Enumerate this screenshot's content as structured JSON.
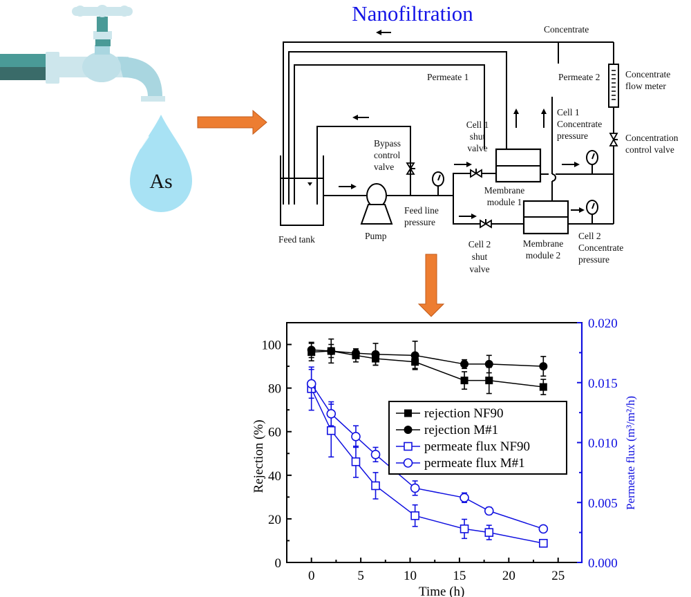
{
  "illustration": {
    "drop_label": "As",
    "arrow_right_color": "#ED7D31",
    "arrow_down_color": "#ED7D31",
    "faucet_colors": {
      "pipe_dark": "#3A6B69",
      "pipe_mid": "#4A9A97",
      "metal_light": "#CDE6EC",
      "metal_mid": "#A9D6E0",
      "drop": "#A8E2F4"
    }
  },
  "diagram": {
    "title": "Nanofiltration",
    "title_color": "#1414E6",
    "labels": {
      "concentrate": "Concentrate",
      "permeate1": "Permeate 1",
      "permeate2": "Permeate 2",
      "flow_meter_1": "Concentrate",
      "flow_meter_2": "flow meter",
      "cell1_conc_1": "Cell 1",
      "cell1_conc_2": "Concentrate",
      "cell1_conc_3": "pressure",
      "conc_valve_1": "Concentration",
      "conc_valve_2": "control valve",
      "bypass_1": "Bypass",
      "bypass_2": "control",
      "bypass_3": "valve",
      "cell1_shut_1": "Cell 1",
      "cell1_shut_2": "shut",
      "cell1_shut_3": "valve",
      "feed_tank": "Feed tank",
      "pump": "Pump",
      "feed_line_1": "Feed line",
      "feed_line_2": "pressure",
      "module1_1": "Membrane",
      "module1_2": "module 1",
      "module2_1": "Membrane",
      "module2_2": "module 2",
      "cell2_shut_1": "Cell 2",
      "cell2_shut_2": "shut",
      "cell2_shut_3": "valve",
      "cell2_conc_1": "Cell 2",
      "cell2_conc_2": "Concentrate",
      "cell2_conc_3": "pressure"
    }
  },
  "chart_data": {
    "type": "line",
    "title": "",
    "xlabel": "Time (h)",
    "ylabel": "Rejection (%)",
    "y2label": "Permeate flux (m³/m²/h)",
    "xlim": [
      -2.5,
      27.4
    ],
    "ylim": [
      0,
      110
    ],
    "y2lim": [
      0,
      0.02
    ],
    "xticks": [
      0,
      5,
      10,
      15,
      20,
      25
    ],
    "yticks": [
      0,
      20,
      40,
      60,
      80,
      100
    ],
    "y2ticks": [
      "0.000",
      "0.005",
      "0.010",
      "0.015",
      "0.020"
    ],
    "y2tick_values": [
      0,
      0.005,
      0.01,
      0.015,
      0.02
    ],
    "grid": false,
    "legend_position": "center-right",
    "axis2_color": "#1010E0",
    "x": [
      0,
      2,
      4.5,
      6.5,
      10.5,
      15.5,
      18,
      23.5
    ],
    "series": [
      {
        "name": "rejection NF90",
        "axis": "left",
        "marker": "square-filled",
        "color": "#000000",
        "values": [
          96.5,
          97,
          95,
          93.5,
          92,
          83.5,
          83.5,
          80.5
        ],
        "errors": [
          4,
          3,
          3,
          3,
          3,
          4,
          6,
          3.5
        ]
      },
      {
        "name": "rejection M#1",
        "axis": "left",
        "marker": "circle-filled",
        "color": "#000000",
        "values": [
          97.5,
          97,
          96,
          95.5,
          95,
          91,
          91,
          90
        ],
        "errors": [
          3.5,
          5.5,
          2,
          5,
          6.5,
          2,
          4,
          4.5
        ]
      },
      {
        "name": "permeate flux NF90",
        "axis": "right",
        "marker": "square-open",
        "color": "#1010E0",
        "values": [
          0.0145,
          0.011,
          0.0084,
          0.0064,
          0.0039,
          0.0028,
          0.0025,
          0.0016
        ],
        "errors": [
          0.0018,
          0.0022,
          0.0013,
          0.0011,
          0.0009,
          0.0008,
          0.0006,
          0.0002
        ]
      },
      {
        "name": "permeate flux M#1",
        "axis": "right",
        "marker": "circle-open",
        "color": "#1010E0",
        "values": [
          0.0149,
          0.0124,
          0.0105,
          0.009,
          0.0062,
          0.0054,
          0.0043,
          0.0028
        ],
        "errors": [
          0.0012,
          0.001,
          0.0009,
          0.0006,
          0.0006,
          0.0004,
          0.0003,
          0.0002
        ]
      }
    ]
  }
}
